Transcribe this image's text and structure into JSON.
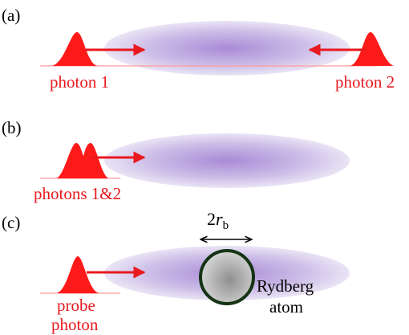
{
  "panels": {
    "a": {
      "label": "(a)",
      "photon_left": "photon 1",
      "photon_right": "photon 2"
    },
    "b": {
      "label": "(b)",
      "photons": "photons 1&2"
    },
    "c": {
      "label": "(c)",
      "probe_line1": "probe",
      "probe_line2": "photon",
      "radius_prefix": "2",
      "radius_symbol": "r",
      "radius_subscript": "b",
      "atom_line1": "Rydberg",
      "atom_line2": "atom"
    }
  },
  "colors": {
    "photon": "#ff1a1a",
    "arrow": "#e8191f",
    "label": "#e8191f",
    "cloud_center": "#a98ad6",
    "cloud_edge": "#e2daf2",
    "atom_border": "#143414",
    "atom_center": "#8f8f8f",
    "atom_edge": "#d4d4d4"
  }
}
